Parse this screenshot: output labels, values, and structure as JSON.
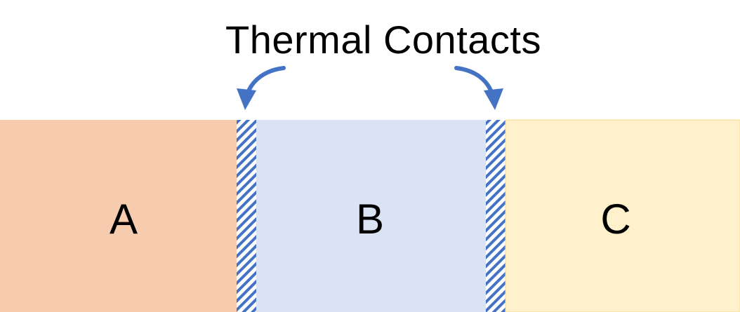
{
  "title": "Thermal Contacts",
  "blocks": [
    {
      "label": "A",
      "color": "#f7cbad"
    },
    {
      "label": "B",
      "color": "#dae3f3"
    },
    {
      "label": "C",
      "color": "#fff1cc"
    }
  ],
  "contact_color": "#4472c4",
  "arrow_color": "#4472c4"
}
